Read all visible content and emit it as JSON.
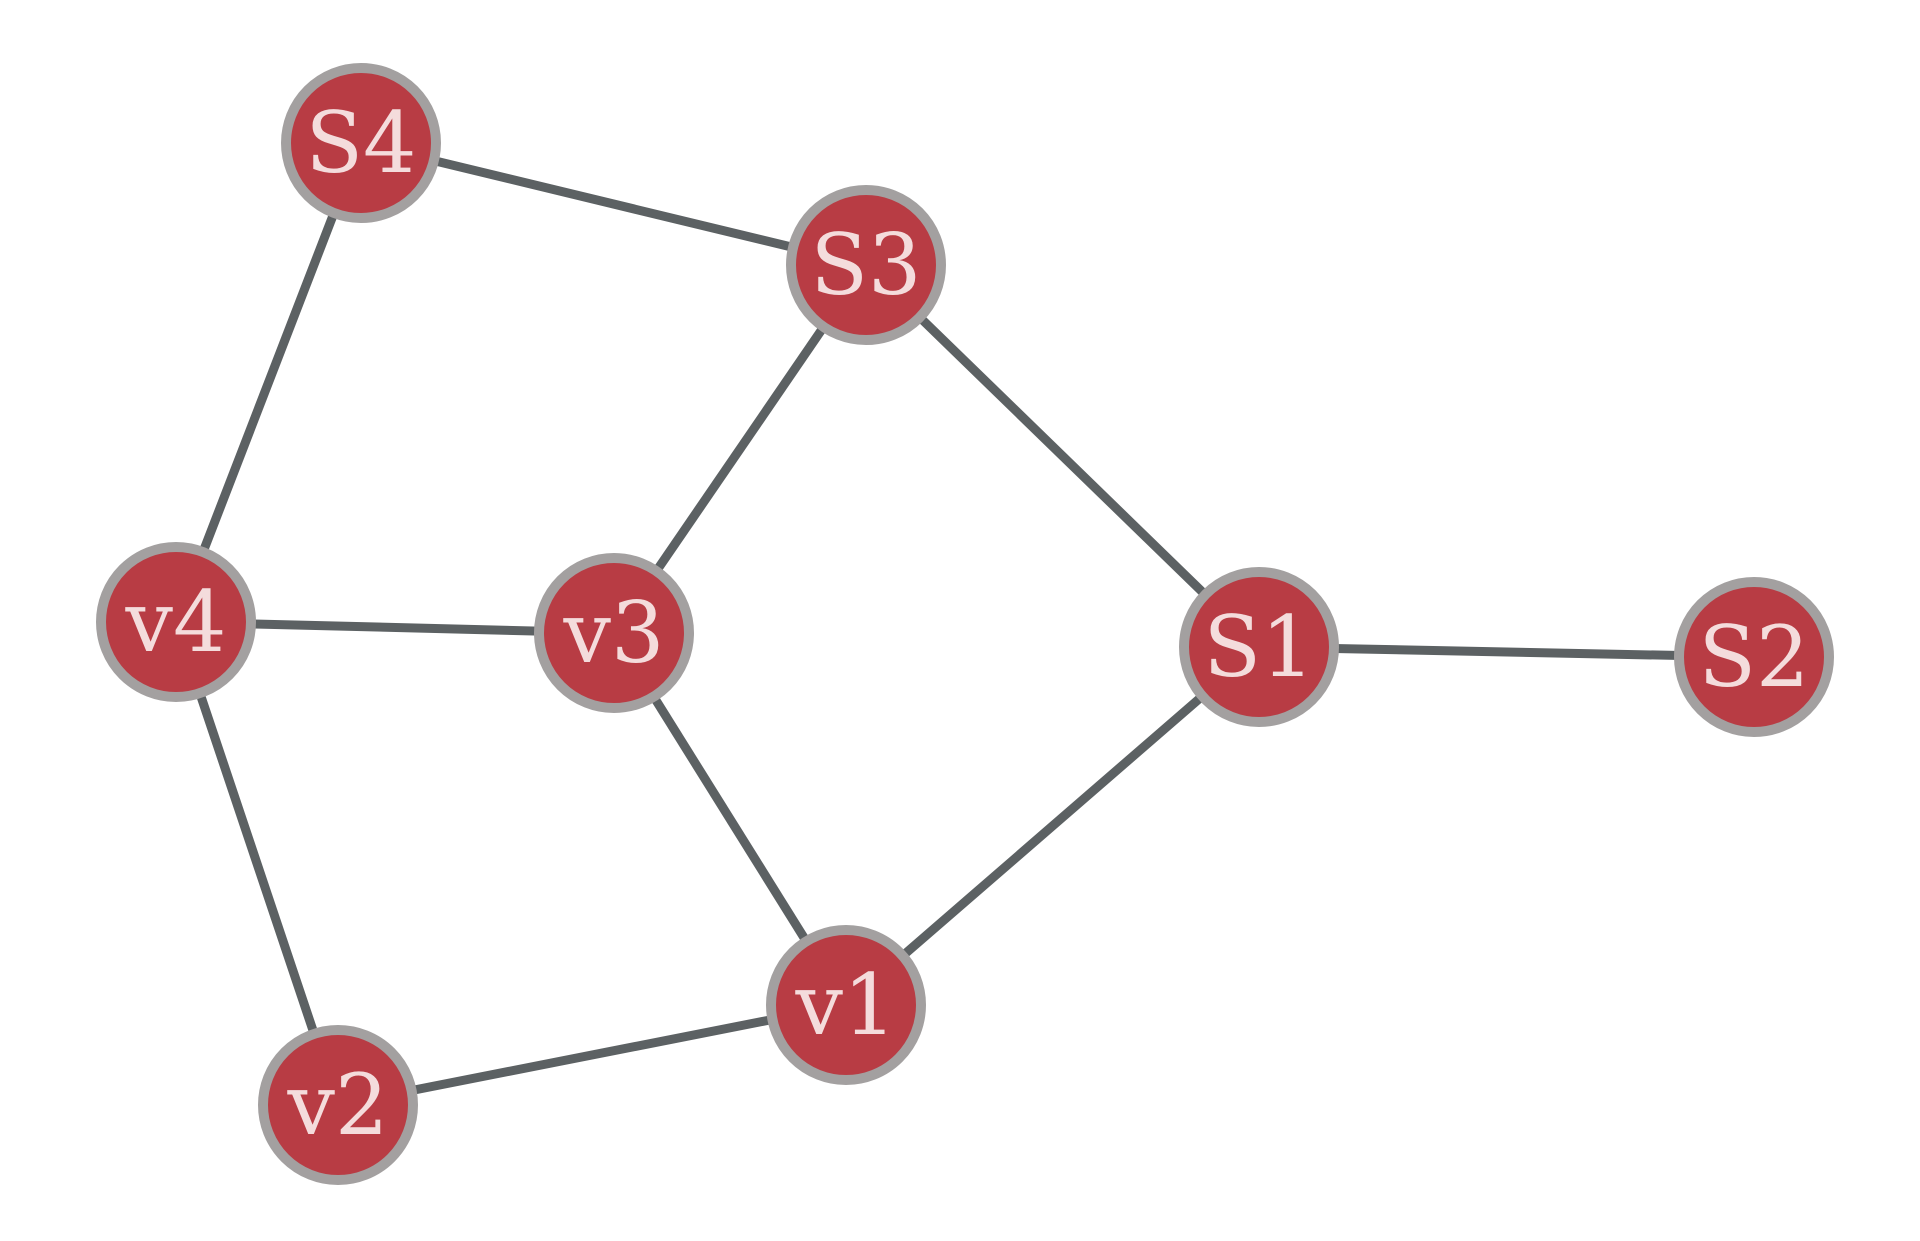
{
  "diagram": {
    "colors": {
      "node_fill": "#b83c44",
      "node_outline": "#a3a0a0",
      "label": "#f4dcdc",
      "edge": "#5c6163",
      "background": "#ffffff"
    },
    "nodes": [
      {
        "id": "S4",
        "label": "S4"
      },
      {
        "id": "S3",
        "label": "S3"
      },
      {
        "id": "v4",
        "label": "v4"
      },
      {
        "id": "v3",
        "label": "v3"
      },
      {
        "id": "S1",
        "label": "S1"
      },
      {
        "id": "S2",
        "label": "S2"
      },
      {
        "id": "v1",
        "label": "v1"
      },
      {
        "id": "v2",
        "label": "v2"
      }
    ],
    "edges": [
      {
        "source": "S4",
        "target": "S3"
      },
      {
        "source": "S4",
        "target": "v4"
      },
      {
        "source": "S3",
        "target": "v3"
      },
      {
        "source": "S3",
        "target": "S1"
      },
      {
        "source": "v4",
        "target": "v3"
      },
      {
        "source": "v4",
        "target": "v2"
      },
      {
        "source": "v3",
        "target": "v1"
      },
      {
        "source": "S1",
        "target": "S2"
      },
      {
        "source": "S1",
        "target": "v1"
      },
      {
        "source": "v2",
        "target": "v1"
      }
    ]
  }
}
